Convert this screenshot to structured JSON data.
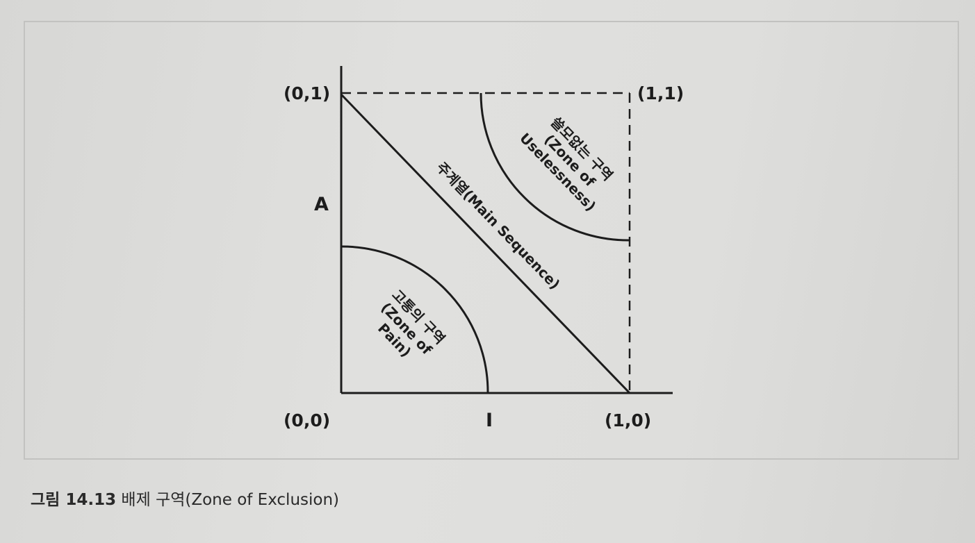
{
  "figure": {
    "labels": {
      "origin": "(0,0)",
      "top_left": "(0,1)",
      "top_right": "(1,1)",
      "bottom_right": "(1,0)",
      "y_axis": "A",
      "x_axis": "I"
    },
    "zones": {
      "main_sequence": "주계열(Main Sequence)",
      "uselessness": [
        "쓸모없는 구역",
        "(Zone of",
        "Uselessness)"
      ],
      "pain": [
        "고통의 구역",
        "(Zone of",
        "Pain)"
      ]
    }
  },
  "caption": {
    "number": "그림 14.13",
    "title": "배제 구역(Zone of Exclusion)"
  },
  "colors": {
    "ink": "#1c1c1c",
    "background": "#dcdcda",
    "frame": "#c2c2c0"
  }
}
